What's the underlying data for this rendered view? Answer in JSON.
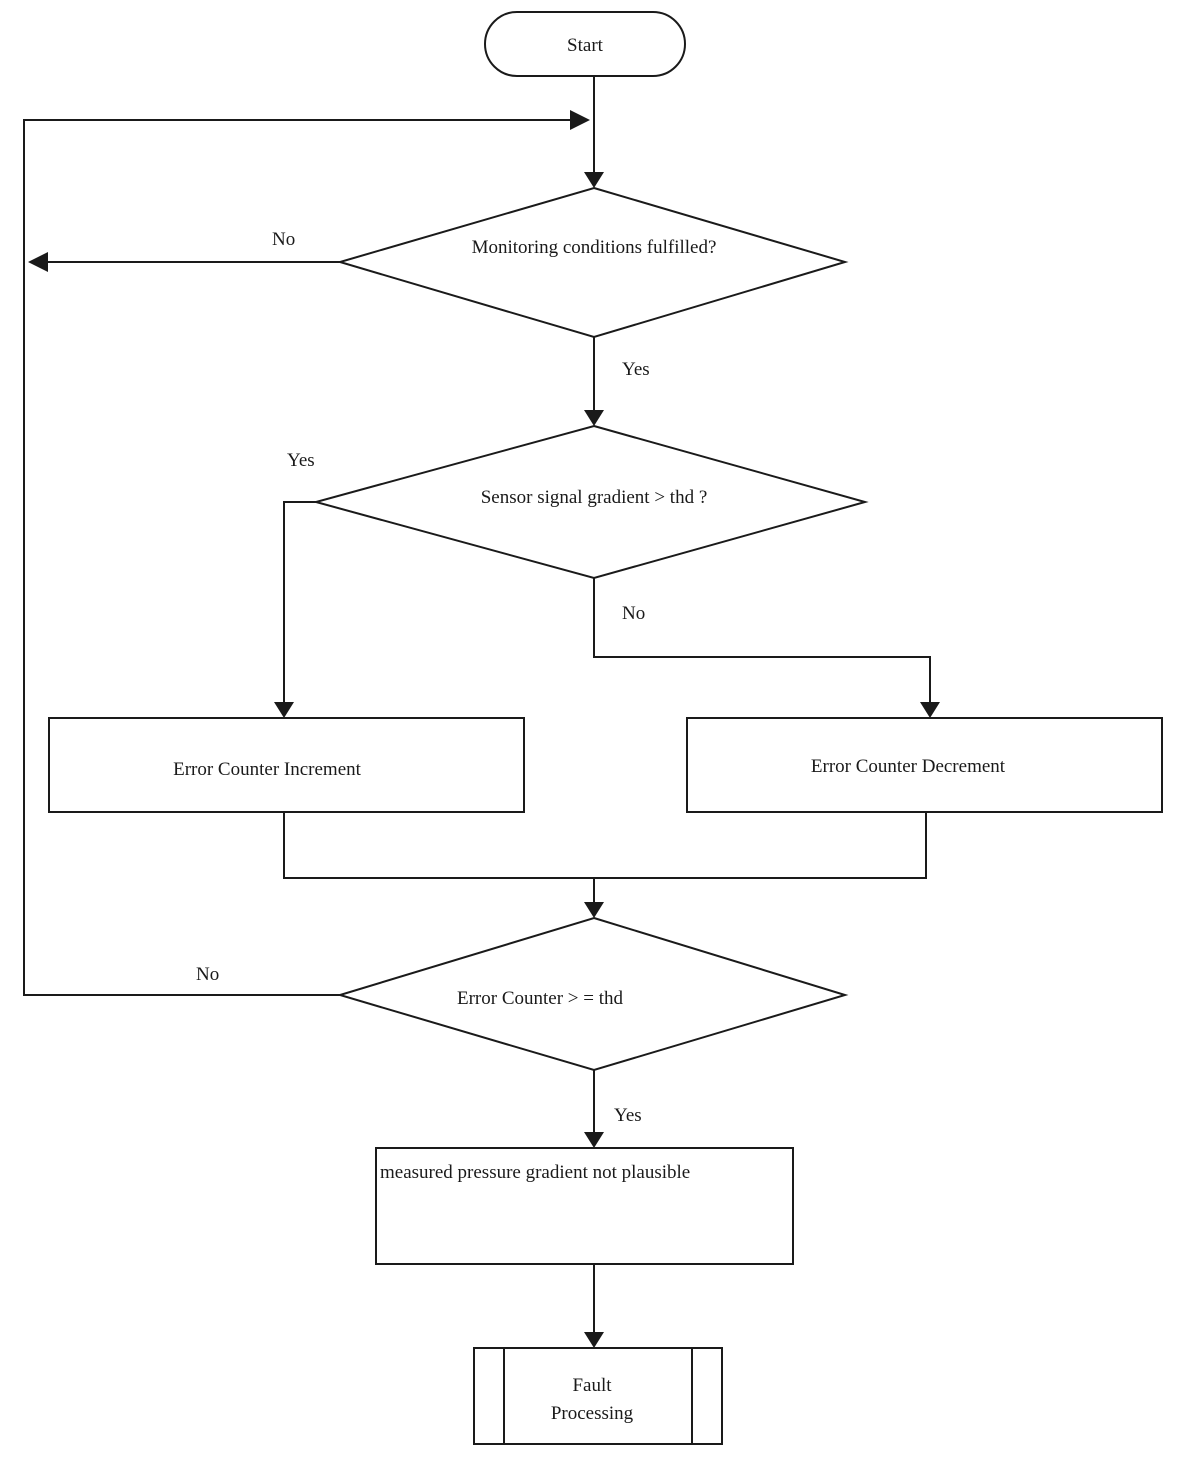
{
  "flowchart": {
    "start": "Start",
    "decision_monitoring": "Monitoring conditions fulfilled?",
    "decision_gradient": "Sensor signal gradient > thd ?",
    "process_increment": "Error Counter Increment",
    "process_decrement": "Error Counter Decrement",
    "decision_counter": "Error Counter > = thd",
    "process_not_plausible": "measured pressure gradient not plausible",
    "fault_line1": "Fault",
    "fault_line2": "Processing",
    "labels": {
      "monitoring_no": "No",
      "monitoring_yes": "Yes",
      "gradient_yes": "Yes",
      "gradient_no": "No",
      "counter_no": "No",
      "counter_yes": "Yes"
    }
  }
}
